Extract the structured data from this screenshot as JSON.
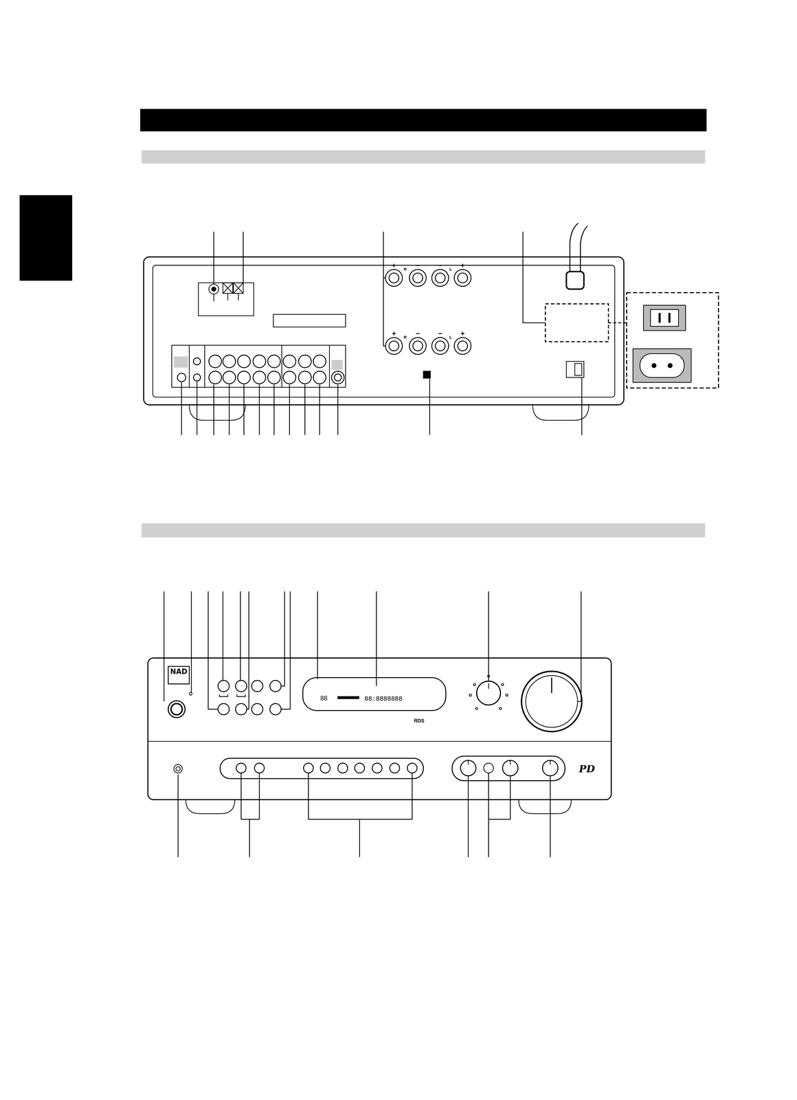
{
  "diagram": {
    "labels": [
      "R",
      "L",
      "+",
      "−",
      "−",
      "+",
      "R",
      "L",
      "+",
      "−",
      "−",
      "+",
      "NAD",
      "88",
      "RDS"
    ]
  }
}
